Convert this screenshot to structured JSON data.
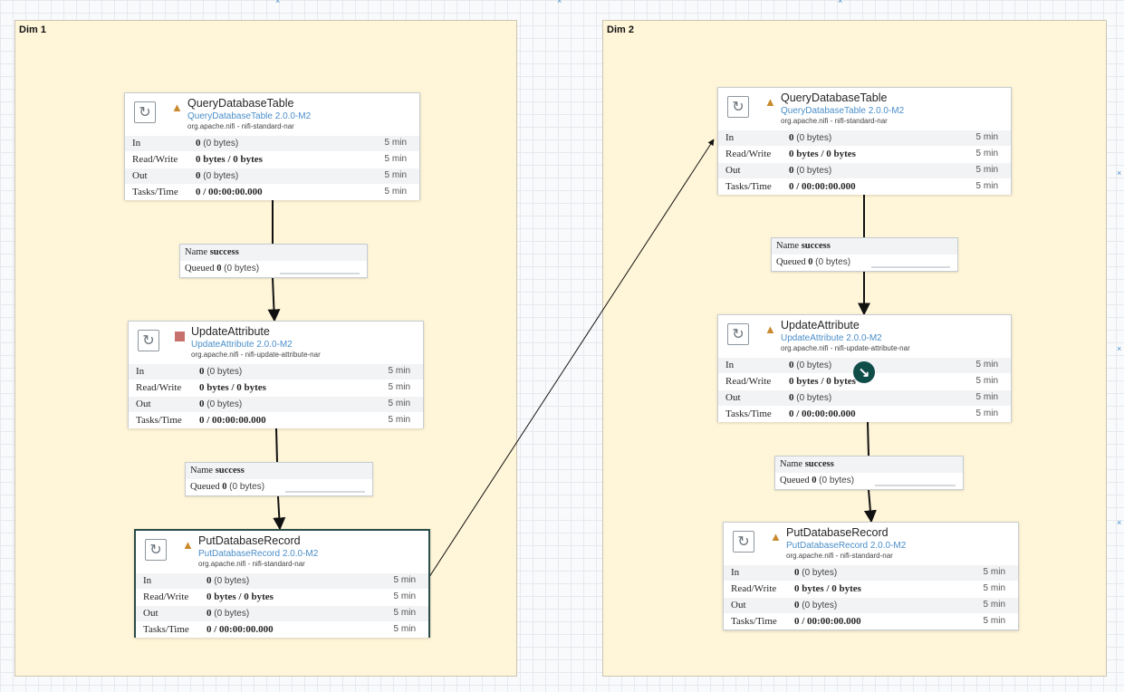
{
  "groups": [
    {
      "title": "Dim 1",
      "processors": [
        {
          "name": "QueryDatabaseTable",
          "type": "QueryDatabaseTable 2.0.0-M2",
          "bundle": "org.apache.nifi - nifi-standard-nar",
          "status": "warning",
          "in_count": "0",
          "in_bytes": "(0 bytes)",
          "rw": "0 bytes / 0 bytes",
          "out_count": "0",
          "out_bytes": "(0 bytes)",
          "tasks": "0 / 00:00:00.000"
        },
        {
          "name": "UpdateAttribute",
          "type": "UpdateAttribute 2.0.0-M2",
          "bundle": "org.apache.nifi - nifi-update-attribute-nar",
          "status": "stopped",
          "in_count": "0",
          "in_bytes": "(0 bytes)",
          "rw": "0 bytes / 0 bytes",
          "out_count": "0",
          "out_bytes": "(0 bytes)",
          "tasks": "0 / 00:00:00.000"
        },
        {
          "name": "PutDatabaseRecord",
          "type": "PutDatabaseRecord 2.0.0-M2",
          "bundle": "org.apache.nifi - nifi-standard-nar",
          "status": "warning",
          "in_count": "0",
          "in_bytes": "(0 bytes)",
          "rw": "0 bytes / 0 bytes",
          "out_count": "0",
          "out_bytes": "(0 bytes)",
          "tasks": "0 / 00:00:00.000"
        }
      ],
      "connections": [
        {
          "name": "success",
          "queued_count": "0",
          "queued_bytes": "(0 bytes)"
        },
        {
          "name": "success",
          "queued_count": "0",
          "queued_bytes": "(0 bytes)"
        }
      ]
    },
    {
      "title": "Dim 2",
      "processors": [
        {
          "name": "QueryDatabaseTable",
          "type": "QueryDatabaseTable 2.0.0-M2",
          "bundle": "org.apache.nifi - nifi-standard-nar",
          "status": "warning",
          "in_count": "0",
          "in_bytes": "(0 bytes)",
          "rw": "0 bytes / 0 bytes",
          "out_count": "0",
          "out_bytes": "(0 bytes)",
          "tasks": "0 / 00:00:00.000"
        },
        {
          "name": "UpdateAttribute",
          "type": "UpdateAttribute 2.0.0-M2",
          "bundle": "org.apache.nifi - nifi-update-attribute-nar",
          "status": "warning",
          "in_count": "0",
          "in_bytes": "(0 bytes)",
          "rw": "0 bytes / 0 bytes",
          "out_count": "0",
          "out_bytes": "(0 bytes)",
          "tasks": "0 / 00:00:00.000"
        },
        {
          "name": "PutDatabaseRecord",
          "type": "PutDatabaseRecord 2.0.0-M2",
          "bundle": "org.apache.nifi - nifi-standard-nar",
          "status": "warning",
          "in_count": "0",
          "in_bytes": "(0 bytes)",
          "rw": "0 bytes / 0 bytes",
          "out_count": "0",
          "out_bytes": "(0 bytes)",
          "tasks": "0 / 00:00:00.000"
        }
      ],
      "connections": [
        {
          "name": "success",
          "queued_count": "0",
          "queued_bytes": "(0 bytes)"
        },
        {
          "name": "success",
          "queued_count": "0",
          "queued_bytes": "(0 bytes)"
        }
      ]
    }
  ],
  "labels": {
    "in": "In",
    "read_write": "Read/Write",
    "out": "Out",
    "tasks_time": "Tasks/Time",
    "stat_window": "5 min",
    "conn_name": "Name",
    "conn_queued": "Queued"
  },
  "icons": {
    "processor": "processor-icon",
    "warning": "warning-icon",
    "stopped": "stopped-icon",
    "run": "run-arrow-icon"
  },
  "colors": {
    "group_background": "#fff5d8",
    "type_link": "#4a8ec9",
    "warning": "#c98a2d",
    "stopped": "#c8706e",
    "selected_border": "#2a4d4a"
  }
}
